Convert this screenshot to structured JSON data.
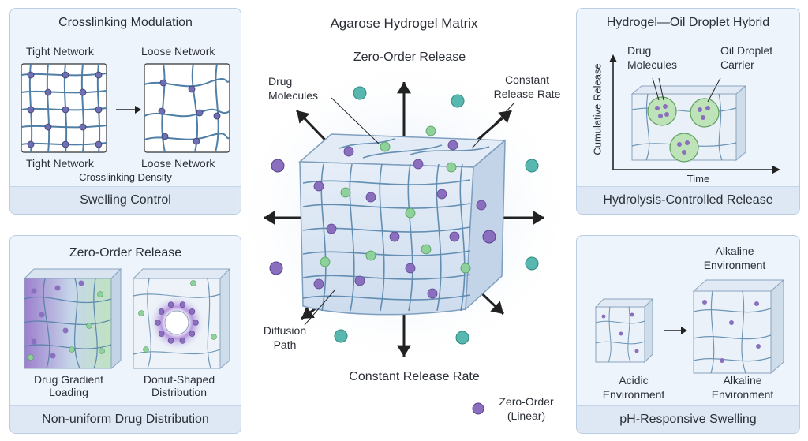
{
  "center": {
    "title": "Agarose Hydrogel Matrix",
    "top_label": "Zero-Order Release",
    "bottom_label": "Constant Release Rate",
    "drug_molecules_label": "Drug Molecules",
    "constant_rate_label": "Constant Release Rate",
    "diffusion_path_label": "Diffusion Path",
    "legend_label": "Zero-Order (Linear)"
  },
  "crosslinking": {
    "title": "Crosslinking Modulation",
    "tight_top": "Tight Network",
    "loose_top": "Loose Network",
    "tight_bottom": "Tight Network",
    "loose_bottom": "Loose Network",
    "density": "Crosslinking Density",
    "footer": "Swelling Control"
  },
  "nonuniform": {
    "title": "Zero-Order Release",
    "gradient_label": "Drug Gradient Loading",
    "donut_label": "Donut-Shaped Distribution",
    "footer": "Non-uniform Drug Distribution"
  },
  "hybrid": {
    "title": "Hydrogel—Oil Droplet Hybrid",
    "y_axis": "Cumulative Release",
    "x_axis": "Time",
    "drug_label": "Drug Molecules",
    "oil_label": "Oil Droplet Carrier",
    "footer": "Hydrolysis-Controlled Release"
  },
  "ph": {
    "alkaline_top": "Alkaline Environment",
    "acidic": "Acidic Environment",
    "alkaline_bottom": "Alkaline Environment",
    "footer": "pH-Responsive Swelling"
  },
  "colors": {
    "panel_bg": "#eef4fb",
    "panel_border": "#b9cde3",
    "network": "#4f7fa6",
    "purple": "#8a6fbf",
    "green": "#8fd19a",
    "teal": "#58b8b0"
  }
}
